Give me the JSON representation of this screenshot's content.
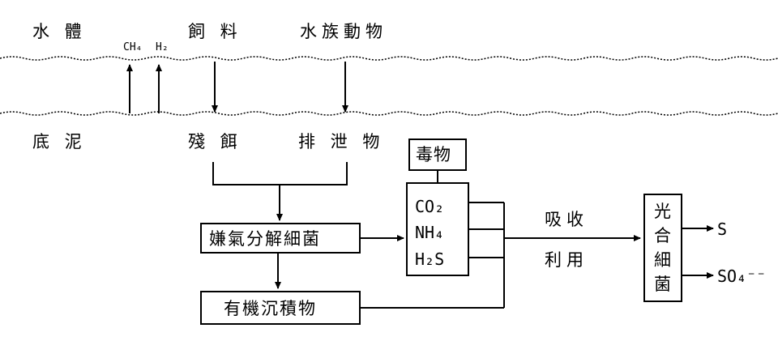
{
  "labels": {
    "water_body": "水 體",
    "ch4": "CH₄",
    "h2": "H₂",
    "feed": "飼 料",
    "aquatic_animals": "水族動物",
    "sediment": "底 泥",
    "leftover_bait": "殘 餌",
    "excreta": "排 泄 物",
    "toxic": "毒物",
    "anaerobic_bacteria": "嫌氣分解細菌",
    "organic_deposit": "有機沉積物",
    "co2": "CO₂",
    "nh4": "NH₄",
    "h2s": "H₂S",
    "absorb": "吸收",
    "utilize": "利用",
    "photo_1": "光",
    "photo_2": "合",
    "photo_3": "細",
    "photo_4": "菌",
    "sulfur": "S",
    "sulfate": "SO₄⁻⁻"
  }
}
